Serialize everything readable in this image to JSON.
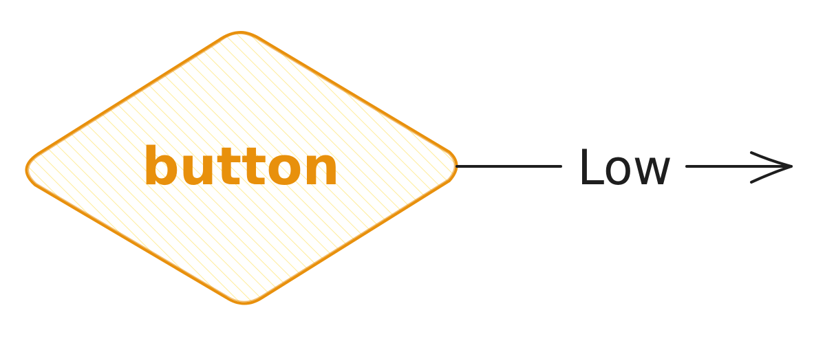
{
  "diagram": {
    "decision_node": {
      "label": "button",
      "stroke_color": "#e8900c",
      "fill_color": "#ffec99",
      "fill_style": "hachure"
    },
    "edge": {
      "label": "Low",
      "color": "#1e1e1e",
      "arrowhead": "arrow"
    }
  }
}
